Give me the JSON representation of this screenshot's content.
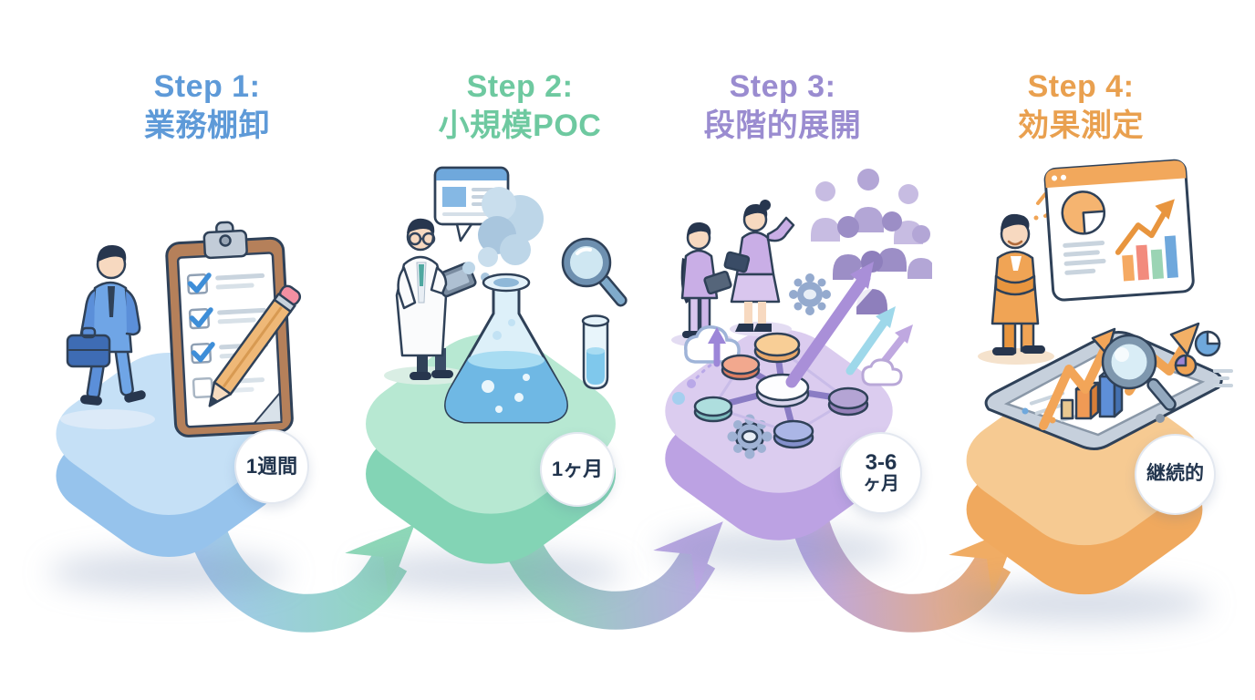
{
  "diagram_type": "4-step process infographic (isometric platforms with flow arrows)",
  "palette": {
    "background": "#FFFFFF",
    "outline": "#2F4158",
    "badge_text": "#22354E",
    "badge_border": "#E3E8F0"
  },
  "steps": [
    {
      "step_label": "Step 1:",
      "title": "業務棚卸",
      "duration_lines": [
        "1週間"
      ],
      "accent": "#5E9AD8",
      "platform_top": "#C5E0F6",
      "platform_side": "#96C3EC",
      "illustration": "businessman-walking-with-briefcase-beside-checklist-clipboard-and-pencil"
    },
    {
      "step_label": "Step 2:",
      "title": "小規模POC",
      "duration_lines": [
        "1ヶ月"
      ],
      "accent": "#6EC9A0",
      "platform_top": "#B7E8D2",
      "platform_side": "#83D4B5",
      "illustration": "scientist-with-tablet-erlenmeyer-flask-vapor-magnifier-test-tube"
    },
    {
      "step_label": "Step 3:",
      "title": "段階的展開",
      "duration_lines": [
        "3-6",
        "ヶ月"
      ],
      "accent": "#9A8CD0",
      "platform_top": "#DBCCEF",
      "platform_side": "#BCA2E3",
      "illustration": "two-businesswomen-user-crowd-network-nodes-growth-arrows-gears-cloud"
    },
    {
      "step_label": "Step 4:",
      "title": "効果測定",
      "duration_lines": [
        "継続的"
      ],
      "accent": "#E9A04F",
      "platform_top": "#F6CA92",
      "platform_side": "#F0A95E",
      "illustration": "businessman-with-analytics-dashboard-tablet-charts-magnifier-rising-arrows"
    }
  ],
  "connectors": [
    {
      "from": "#A3C9EE",
      "to": "#8ED8B8"
    },
    {
      "from": "#8ED8B8",
      "to": "#BCA8E4"
    },
    {
      "from": "#BCA8E4",
      "to": "#F0AC64"
    }
  ]
}
